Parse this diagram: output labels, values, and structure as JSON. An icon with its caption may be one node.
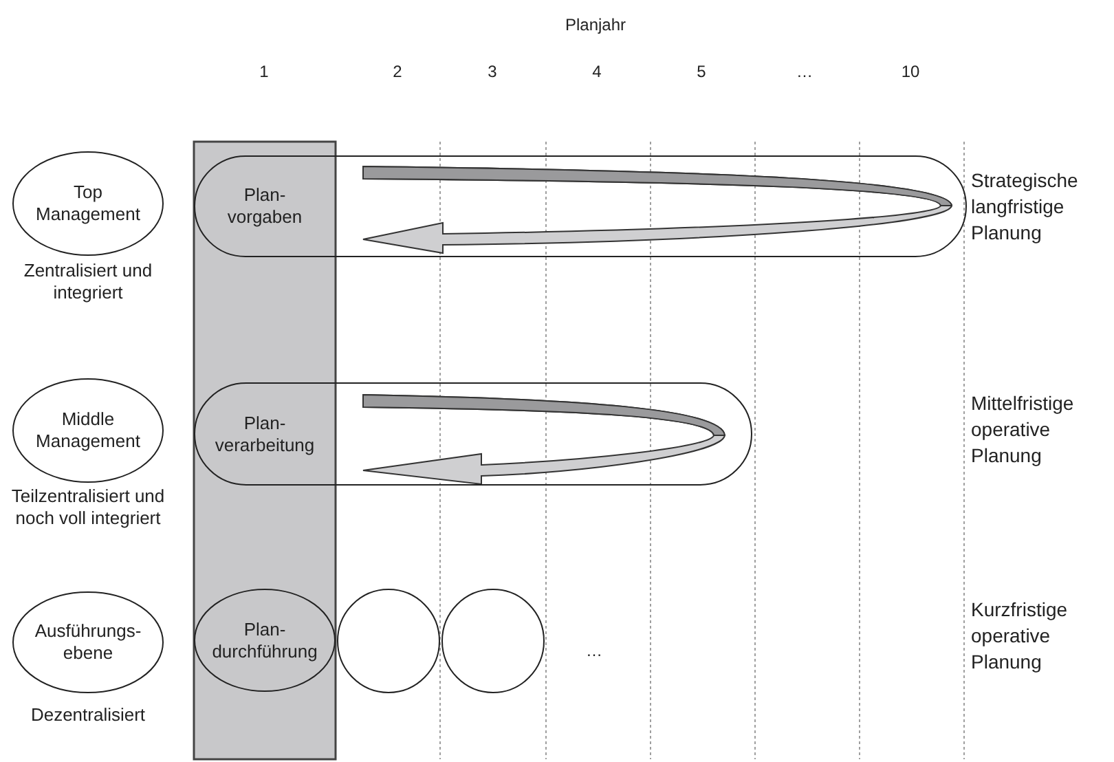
{
  "diagram": {
    "nodes": [
      {
        "text": [
          "Top Management"
        ],
        "beside": [
          "Zentralisiert und integriert"
        ]
      },
      {
        "text": [
          "Middle Management"
        ],
        "beside": [
          "Teilzentralisiert und noch voll integriert"
        ]
      },
      {
        "text": [
          "Ausführungs- ebene"
        ],
        "beside": [
          "Dezentralisiert"
        ]
      },
      {
        "text": [
          "Plan- vorgaben"
        ]
      },
      {
        "text": [
          "Plan- verarbeitung"
        ]
      },
      {
        "text": [
          "Plan- durchführung"
        ]
      },
      {
        "text": [],
        "shape": "circle"
      },
      {
        "text": [],
        "shape": "circle"
      }
    ],
    "labels": [
      "Planjahr",
      "1",
      "2",
      "3",
      "4",
      "5",
      "…",
      "10",
      "Strategische langfristige Planung",
      "Mittelfristige operative Planung",
      "Kurzfristige operative Planung",
      "…"
    ]
  }
}
